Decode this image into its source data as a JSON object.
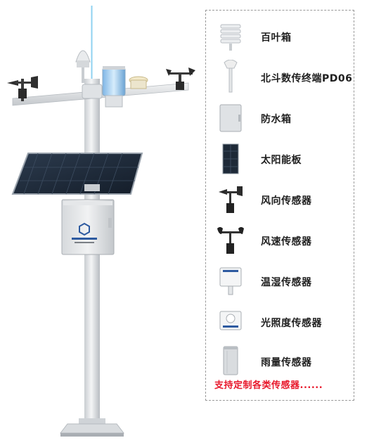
{
  "products": [
    {
      "label": "百叶箱",
      "icon": "louver-box-icon"
    },
    {
      "label": "北斗数传终端PD06",
      "icon": "beidou-terminal-icon"
    },
    {
      "label": "防水箱",
      "icon": "waterproof-box-icon"
    },
    {
      "label": "太阳能板",
      "icon": "solar-panel-icon"
    },
    {
      "label": "风向传感器",
      "icon": "wind-vane-icon"
    },
    {
      "label": "风速传感器",
      "icon": "anemometer-icon"
    },
    {
      "label": "温湿传感器",
      "icon": "temp-humidity-sensor-icon"
    },
    {
      "label": "光照度传感器",
      "icon": "light-sensor-icon"
    },
    {
      "label": "雨量传感器",
      "icon": "rain-gauge-icon"
    }
  ],
  "footer_note": "支持定制各类传感器......",
  "colors": {
    "accent": "#e8192c",
    "pole": "#e6e8ea",
    "panel": "#1d2a3a"
  }
}
